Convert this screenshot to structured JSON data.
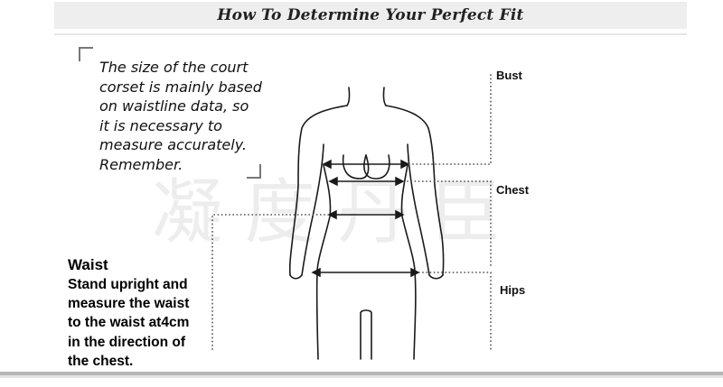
{
  "header": {
    "title": "How To Determine Your Perfect Fit"
  },
  "note": {
    "lines": [
      "The size of the court",
      "corset is mainly based",
      "on waistline data, so",
      " it is necessary to",
      "measure accurately.",
      "Remember."
    ]
  },
  "waist": {
    "heading": "Waist",
    "lines": [
      "Stand upright and",
      "measure the waist",
      "to the waist at4cm",
      "in the direction of",
      "the chest."
    ]
  },
  "labels": {
    "bust": "Bust",
    "chest": "Chest",
    "hips": "Hips"
  },
  "watermark": {
    "text": "凝  度  丹  臣",
    "color": "#efefef"
  },
  "colors": {
    "outline": "#1a1a1a",
    "dotted_guide": "#555555",
    "banner_bg": "#eeeeee"
  }
}
